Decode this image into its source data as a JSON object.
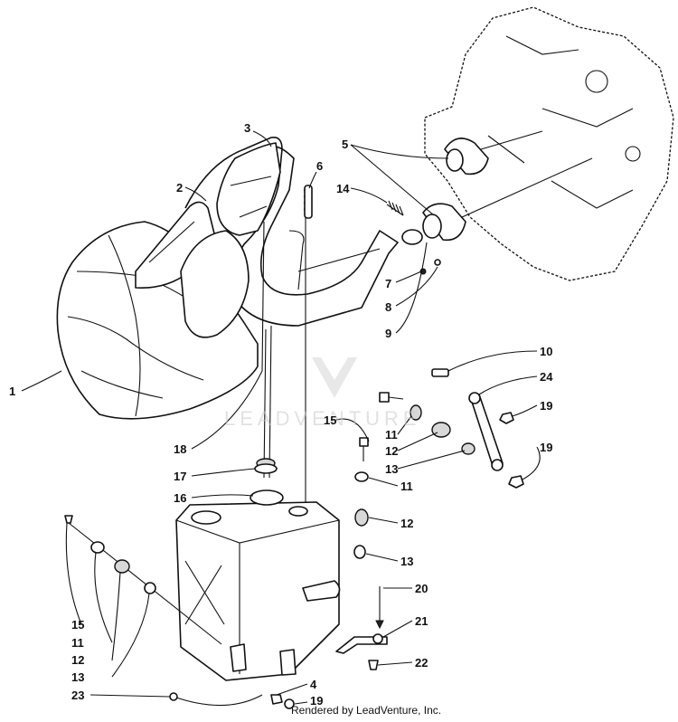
{
  "footer": {
    "text": "Rendered by LeadVenture, Inc."
  },
  "watermark": {
    "text": "LEADVENTURE"
  },
  "callouts": {
    "c1": "1",
    "c2": "2",
    "c3": "3",
    "c4": "4",
    "c5": "5",
    "c6": "6",
    "c7": "7",
    "c8": "8",
    "c9": "9",
    "c10": "10",
    "c11a": "11",
    "c11b": "11",
    "c11c": "11",
    "c12a": "12",
    "c12b": "12",
    "c12c": "12",
    "c13a": "13",
    "c13b": "13",
    "c13c": "13",
    "c14": "14",
    "c15a": "15",
    "c15b": "15",
    "c16": "16",
    "c17": "17",
    "c18": "18",
    "c19a": "19",
    "c19b": "19",
    "c19c": "19",
    "c20": "20",
    "c21": "21",
    "c22": "22",
    "c23": "23",
    "c24": "24"
  }
}
